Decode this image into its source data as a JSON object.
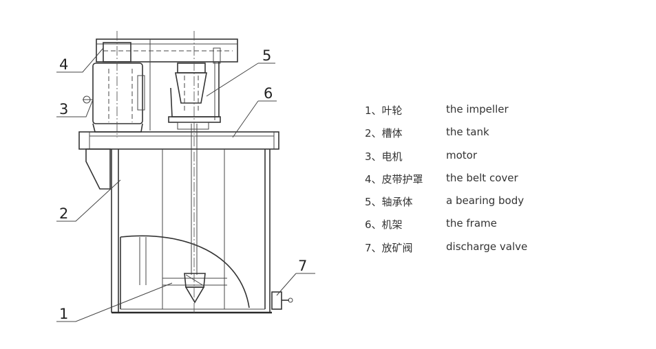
{
  "callouts": [
    "1",
    "2",
    "3",
    "4",
    "5",
    "6",
    "7"
  ],
  "legend": [
    {
      "cn": "1、叶轮",
      "en": "the impeller"
    },
    {
      "cn": "2、槽体",
      "en": "the tank"
    },
    {
      "cn": "3、电机",
      "en": "motor"
    },
    {
      "cn": "4、皮带护罩",
      "en": "the belt cover"
    },
    {
      "cn": "5、轴承体",
      "en": "a bearing body"
    },
    {
      "cn": "6、机架",
      "en": "the frame"
    },
    {
      "cn": "7、放矿阀",
      "en": "discharge valve"
    }
  ]
}
